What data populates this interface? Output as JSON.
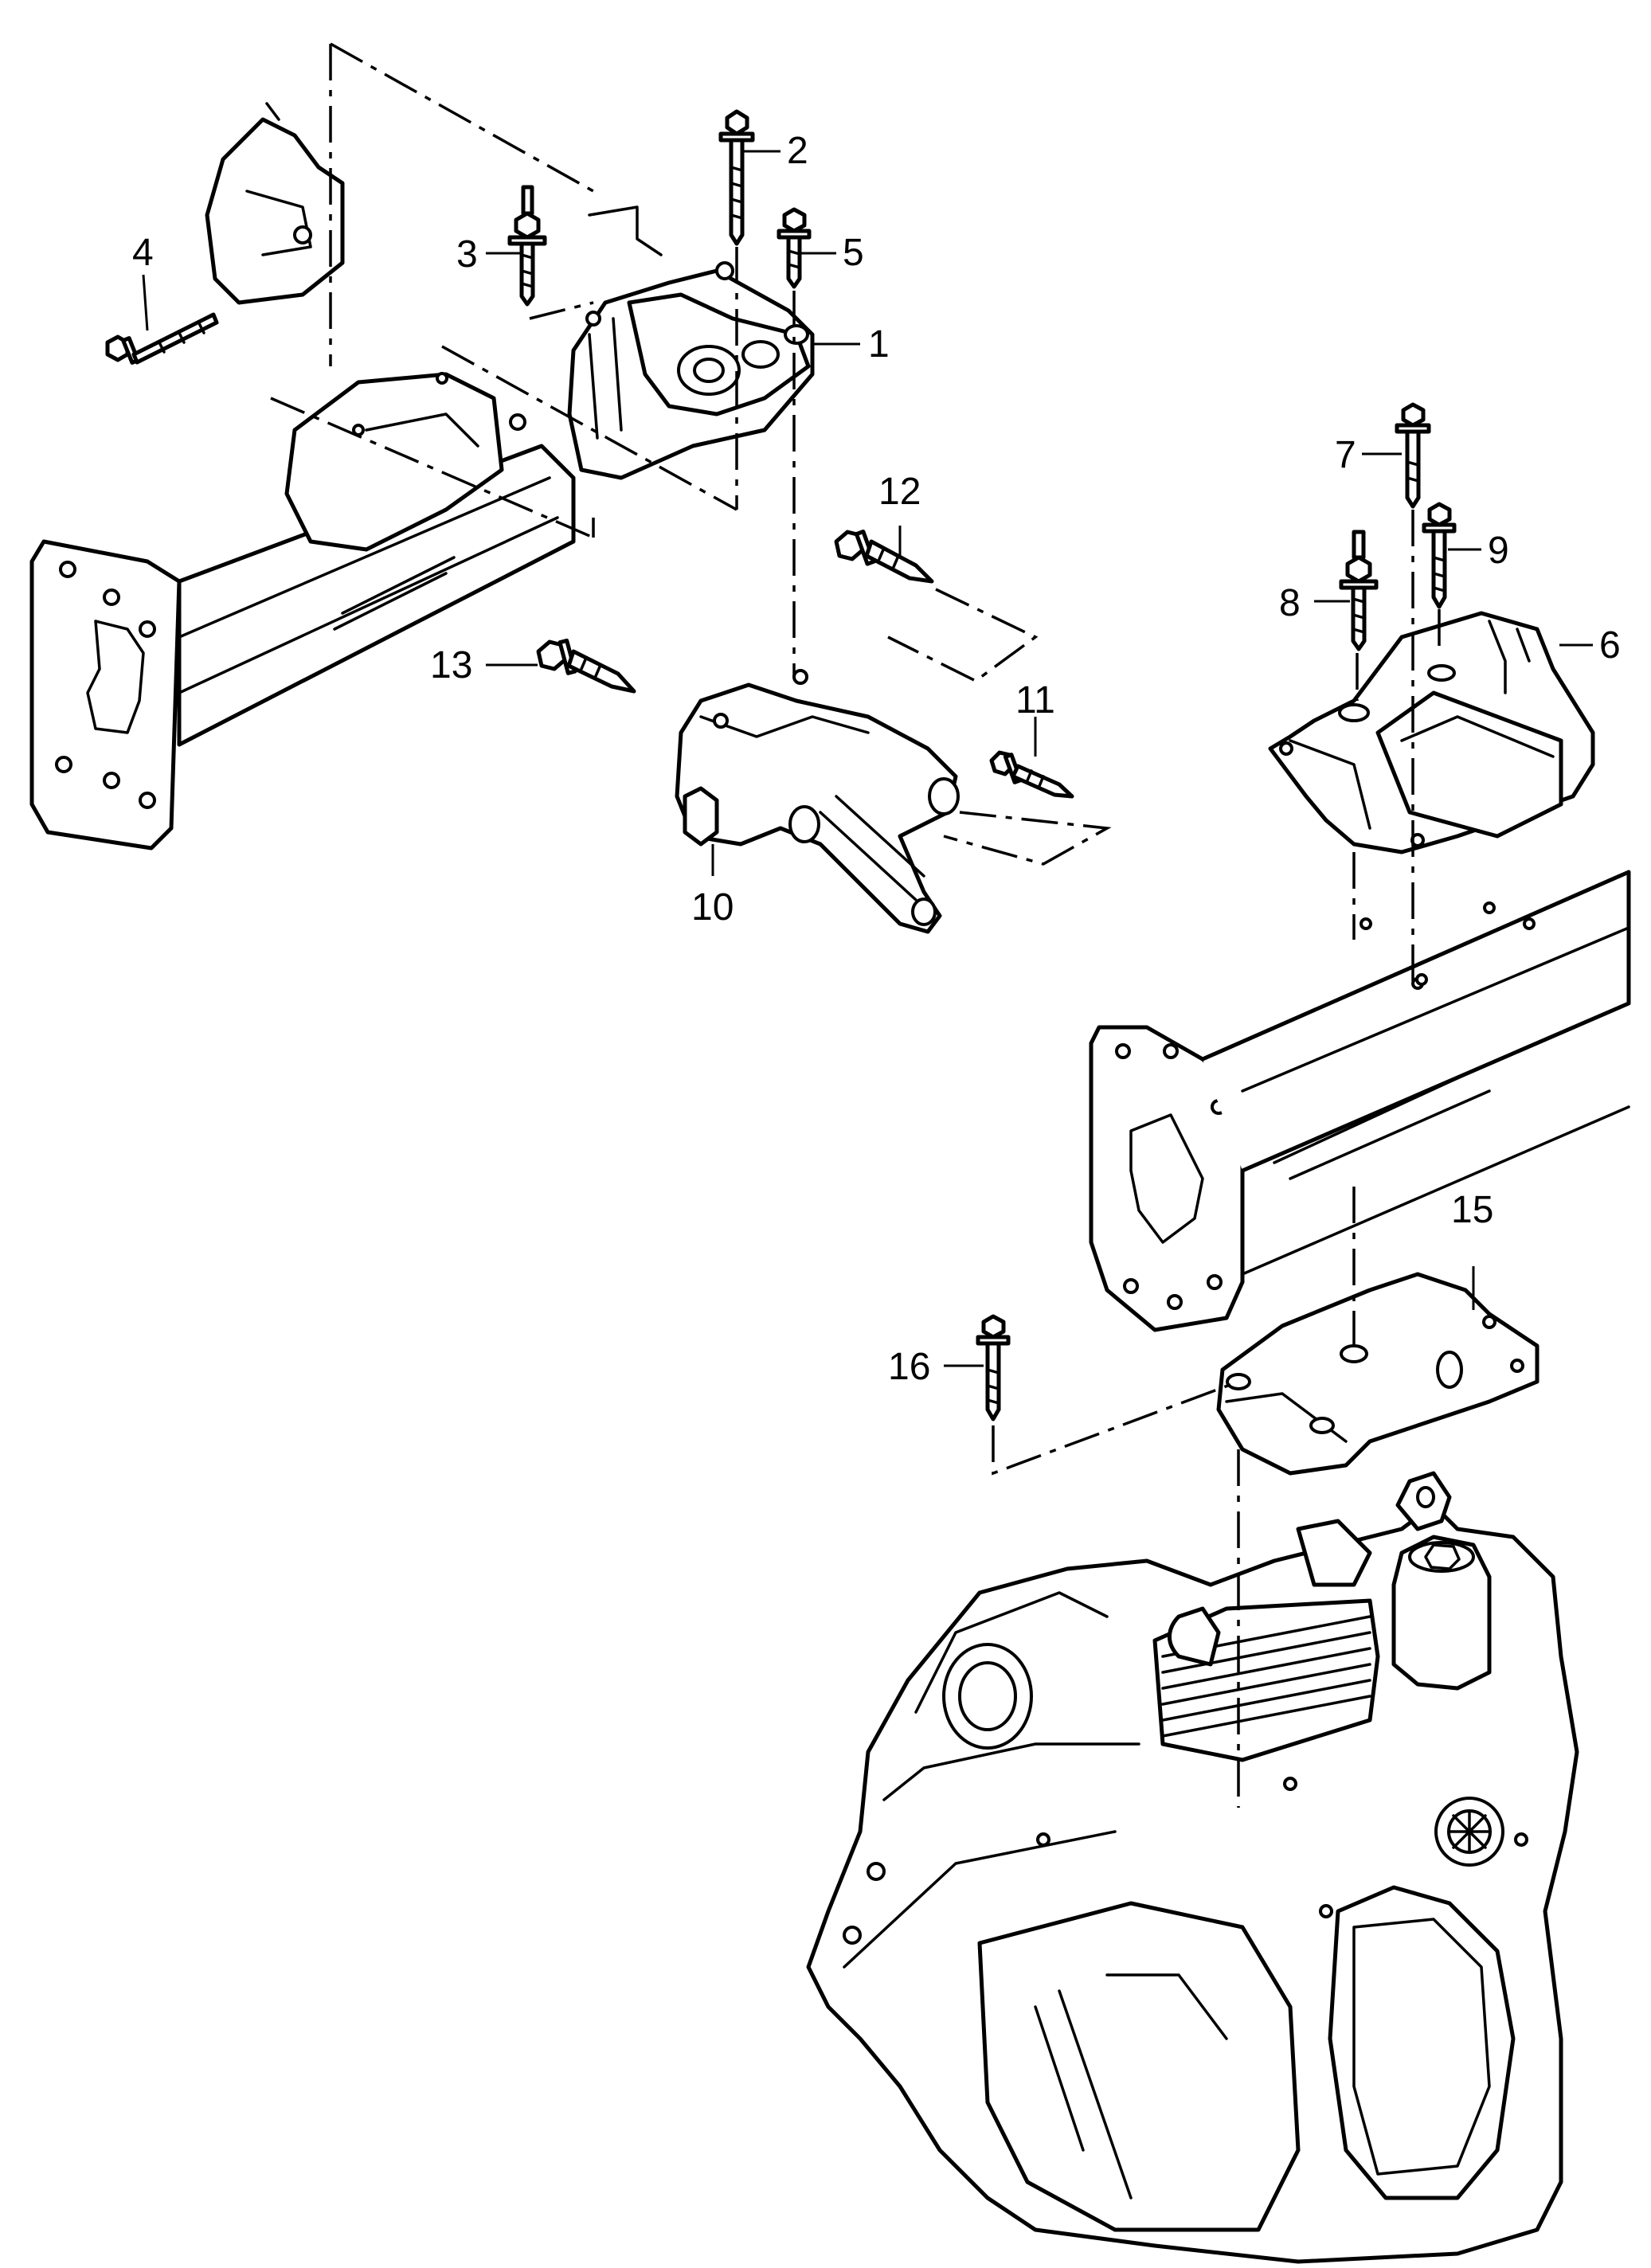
{
  "callouts": {
    "c1": "1",
    "c2": "2",
    "c3": "3",
    "c4": "4",
    "c5": "5",
    "c6": "6",
    "c7": "7",
    "c8": "8",
    "c9": "9",
    "c10": "10",
    "c11": "11",
    "c12": "12",
    "c13": "13",
    "c15": "15",
    "c16": "16"
  }
}
